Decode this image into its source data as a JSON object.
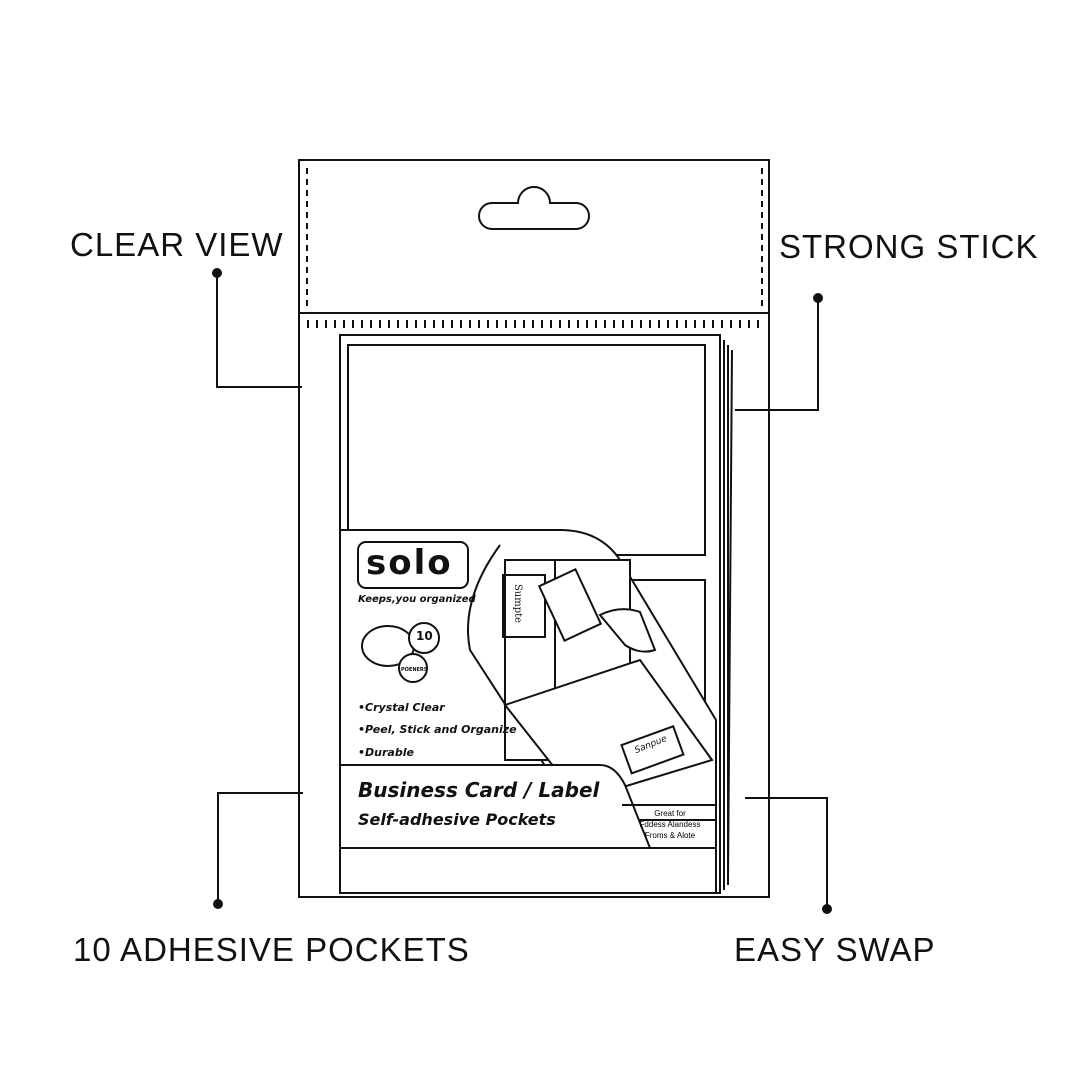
{
  "callouts": {
    "clear_view": "CLEAR VIEW",
    "strong_stick": "STRONG STICK",
    "adhesive_pockets": "10 ADHESIVE POCKETS",
    "easy_swap": "EASY SWAP"
  },
  "package": {
    "brand": "solo",
    "tagline": "Keeps,you organized",
    "badge_count": "10",
    "badge_sub": "POENERS",
    "features": [
      "•Crystal Clear",
      "•Peel, Stick and Organize",
      "•Durable"
    ],
    "title": "Business Card / Label",
    "subtitle": "Self-adhesive Pockets",
    "note": [
      "Great for",
      "Fddess Alandess",
      "Froms & Alote"
    ],
    "sample_label_1": "Sumpte",
    "sample_label_2": "Sanpue"
  }
}
